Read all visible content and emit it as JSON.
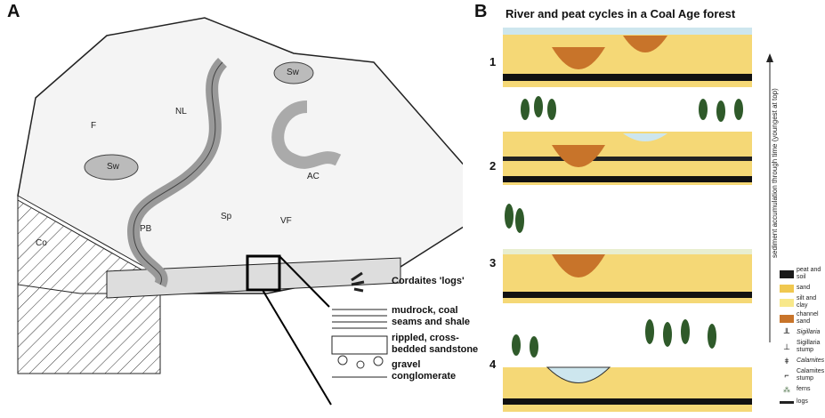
{
  "panel_a": {
    "letter": "A",
    "map_labels": {
      "nl": "NL",
      "f": "F",
      "sw1": "Sw",
      "sw2": "Sw",
      "ac": "AC",
      "pb": "PB",
      "sp": "Sp",
      "vf": "VF",
      "co": "Co"
    },
    "legend": [
      {
        "label": "Cordaites 'logs'"
      },
      {
        "label": "mudrock, coal seams and shale"
      },
      {
        "label": "rippled, cross-bedded sandstone"
      },
      {
        "label": "gravel conglomerate"
      }
    ]
  },
  "panel_b": {
    "letter": "B",
    "title": "River and peat cycles in a Coal Age forest",
    "rows": [
      "1",
      "2",
      "3",
      "4"
    ],
    "axis_label": "sediment accumulation through time (youngest at top)",
    "legend": [
      {
        "label": "peat and soil",
        "color": "#1a1a1a"
      },
      {
        "label": "sand",
        "color": "#f0c850"
      },
      {
        "label": "silt and clay",
        "color": "#f8e88a"
      },
      {
        "label": "channel sand",
        "color": "#c8742a"
      },
      {
        "label": "Sigillaria"
      },
      {
        "label": "Sigillaria stump"
      },
      {
        "label": "Calamites"
      },
      {
        "label": "Calamites stump"
      },
      {
        "label": "ferns"
      },
      {
        "label": "logs"
      }
    ]
  }
}
